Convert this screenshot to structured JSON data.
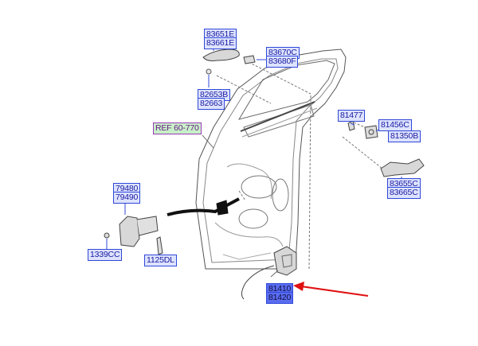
{
  "parts": {
    "p83651E": "83651E",
    "p83661E": "83661E",
    "p83670C": "83670C",
    "p83680F": "83680F",
    "p82653B": "82653B",
    "p82663": "82663",
    "pRef": "REF 60-770",
    "p81477": "81477",
    "p81456C": "81456C",
    "p81350B": "81350B",
    "p79480": "79480",
    "p79490": "79490",
    "p83655C": "83655C",
    "p83665C": "83665C",
    "p1339CC": "1339CC",
    "p1125DL": "1125DL",
    "p81410": "81410",
    "p81420": "81420"
  },
  "colors": {
    "label_fill": "#dde3ff",
    "label_border": "#3048d8",
    "label_highlight": "#5a6cf0",
    "ref_fill": "#c8f0c8",
    "arrow": "#e01010"
  },
  "highlighted_part": "81410"
}
